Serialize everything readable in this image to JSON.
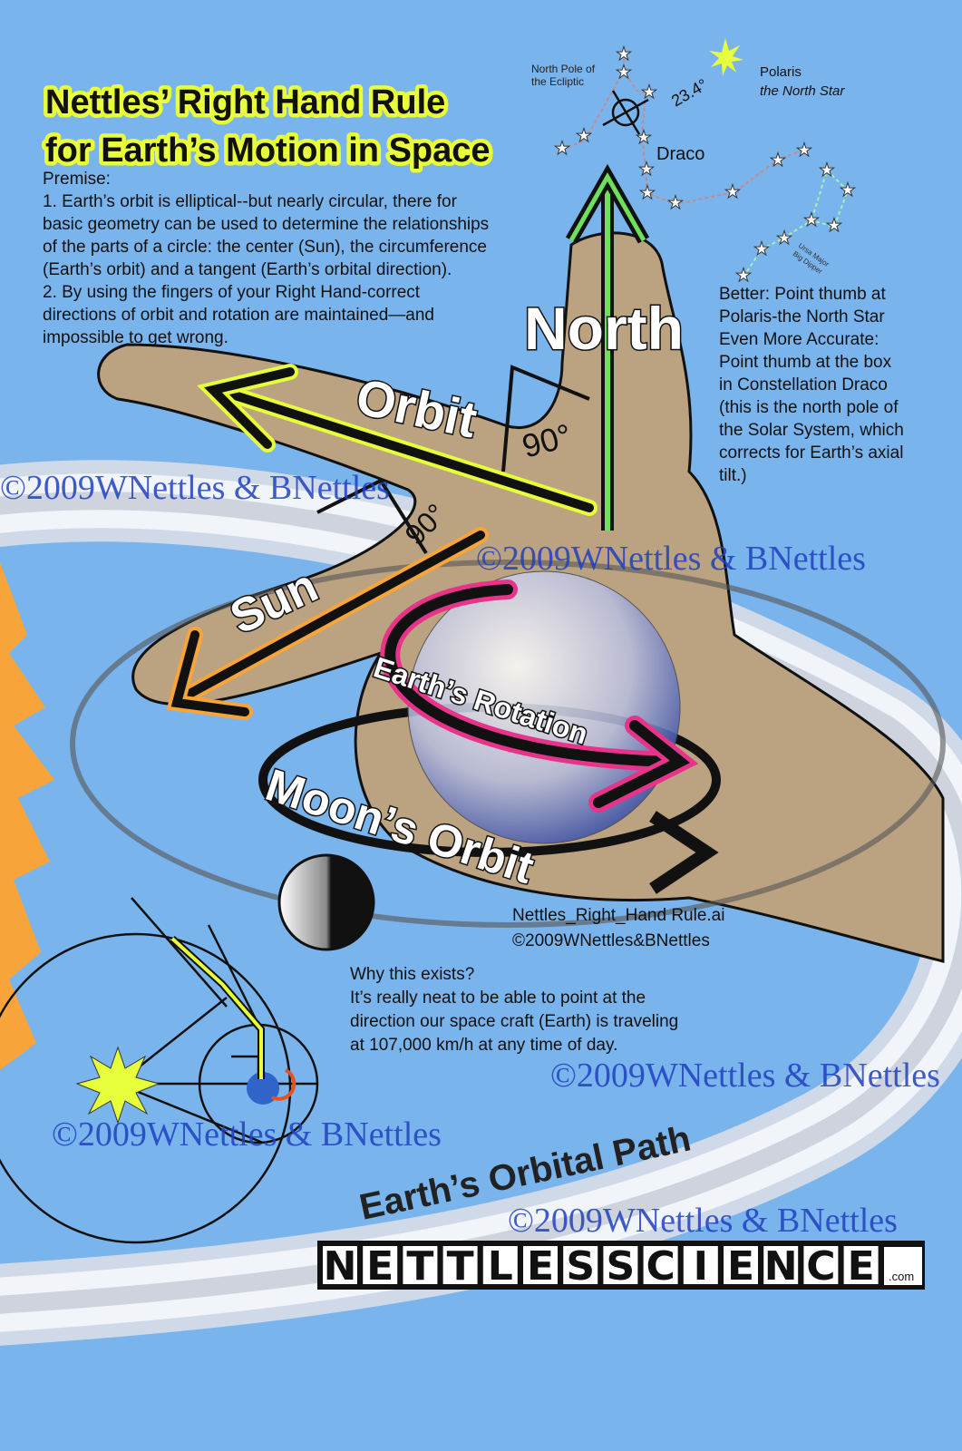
{
  "title": {
    "line1": "Nettles’ Right Hand Rule",
    "line2": "for Earth’s Motion in Space"
  },
  "premise": {
    "heading": "Premise:",
    "lines": [
      "1. Earth’s orbit is elliptical--but nearly circular, there for",
      "basic geometry can be used to determine the relationships",
      "of the parts of a circle: the center (Sun), the circumference",
      "(Earth’s orbit) and a tangent (Earth’s orbital direction).",
      "2. By using the fingers of your Right Hand-correct",
      "directions of orbit and rotation are maintained—and",
      "impossible to get wrong."
    ]
  },
  "sky": {
    "ecliptic_pole": [
      "North Pole of",
      "the Ecliptic"
    ],
    "tilt": "23.4°",
    "polaris": "Polaris",
    "polaris_sub": "the North Star",
    "draco": "Draco",
    "ursa_major": [
      "Ursa Major",
      "Big Dipper"
    ]
  },
  "labels": {
    "north": "North",
    "orbit": "Orbit",
    "angle1": "90°",
    "angle2": "90°",
    "sun": "Sun",
    "rotation": "Earth’s Rotation",
    "moon_orbit": "Moon’s Orbit",
    "orbital_path": "Earth’s Orbital Path"
  },
  "better": {
    "lines": [
      "Better: Point thumb at",
      "Polaris-the North Star",
      "Even More Accurate:",
      "Point thumb at the box",
      "in Constellation Draco",
      "(this is the north pole of",
      "the Solar System, which",
      "corrects for Earth’s axial",
      "tilt.)"
    ]
  },
  "file": {
    "name": "Nettles_Right_Hand Rule.ai",
    "copyright": "©2009WNettles&BNettles"
  },
  "why": {
    "lines": [
      "Why this exists?",
      "It’s really neat to be able to point at the",
      "direction our space craft (Earth) is traveling",
      "at 107,000 km/h at any time of day."
    ]
  },
  "watermark": "©2009WNettles & BNettles",
  "logo": {
    "letters": [
      "N",
      "E",
      "T",
      "T",
      "L",
      "E",
      "S",
      "S",
      "C",
      "I",
      "E",
      "N",
      "C",
      "E"
    ],
    "suffix": ".com"
  },
  "colors": {
    "background": "#7ab4ec",
    "hand": "#bba382",
    "north_arrow": "#6ee05a",
    "orbit_arrow": "#e6ff3a",
    "sun_arrow": "#f7a53a",
    "rotation_arrow": "#e8338a",
    "sun": "#f7a53a",
    "watermark": "#1f3fbf"
  }
}
